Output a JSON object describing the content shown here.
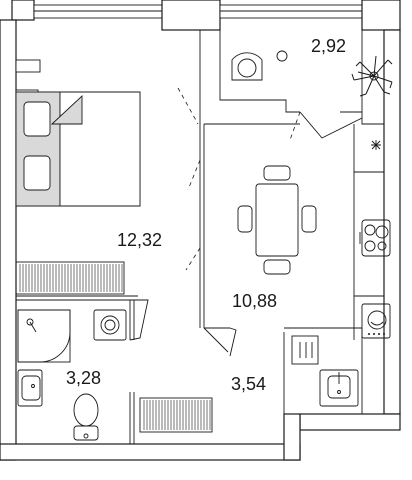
{
  "rooms": {
    "bedroom_area": "12,32",
    "kitchen_area": "10,88",
    "balcony_area": "2,92",
    "bathroom_area": "3,28",
    "hallway_area": "3,54"
  }
}
